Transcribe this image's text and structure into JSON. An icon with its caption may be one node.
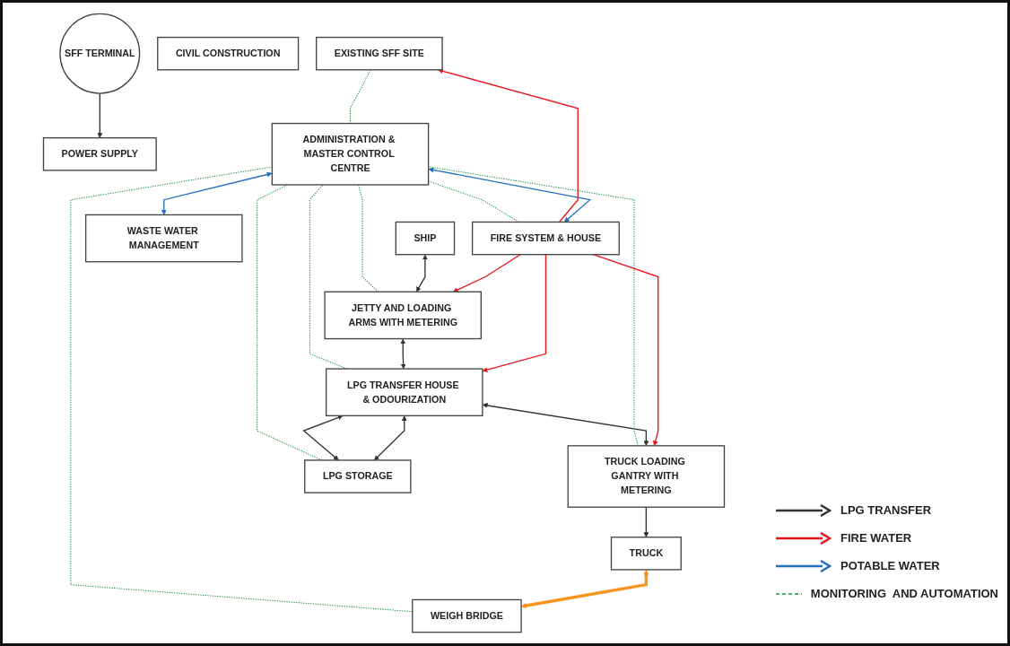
{
  "diagram": {
    "nodes": [
      {
        "text": [
          "EXISTING SFF SITE"
        ]
      },
      {
        "text": [
          "FIRE SYSTEM & HOUSE"
        ]
      },
      {
        "text": [
          "WASTE WATER MANAGEMENT"
        ]
      },
      {
        "text": [
          "CIVIL CONSTRUCTION"
        ]
      },
      {
        "text": [
          "SHIP"
        ]
      },
      {
        "text": [
          "JETTY AND LOADING ARMS WITH METERING"
        ]
      },
      {
        "text": [
          "LPG TRANSFER HOUSE & ODOURIZATION"
        ]
      },
      {
        "text": [
          "TRUCK LOADING GANTRY WITH METERING"
        ]
      },
      {
        "text": [
          "TRUCK"
        ]
      },
      {
        "text": [
          "POWER SUPPLY"
        ]
      },
      {
        "text": [
          "LPG STORAGE"
        ]
      },
      {
        "text": [
          "WEIGH BRIDGE"
        ]
      },
      {
        "text": [
          "ADMINISTRATION & MASTER CONTROL CENTRE"
        ]
      },
      {
        "text": [
          "SFF TERMINAL"
        ]
      }
    ],
    "edges": [
      {
        "from": 1,
        "to": 0,
        "arrow": "to",
        "color": "#e8141c"
      },
      {
        "from": 1,
        "to": 5,
        "arrow": "to",
        "color": "#e8141c"
      },
      {
        "from": 1,
        "to": 6,
        "arrow": "to",
        "color": "#e8141c"
      },
      {
        "from": 1,
        "to": 7,
        "arrow": "to",
        "color": "#e8141c"
      },
      {
        "from": 12,
        "to": 1,
        "arrow": "both",
        "color": "#2470b8"
      },
      {
        "from": 12,
        "to": 2,
        "arrow": "both",
        "color": "#2470b8"
      },
      {
        "from": 4,
        "to": 5,
        "arrow": "both"
      },
      {
        "from": 5,
        "to": 6,
        "arrow": "both"
      },
      {
        "from": 6,
        "to": 7,
        "arrow": "both"
      },
      {
        "from": 7,
        "to": 8,
        "arrow": "to"
      },
      {
        "from": 6,
        "to": 10,
        "arrow": "both"
      },
      {
        "from": 6,
        "to": 10,
        "arrow": "both"
      },
      {
        "from": 8,
        "to": 11,
        "arrow": "both",
        "style": "thick",
        "color": "#f7941d"
      },
      {
        "from": 13,
        "to": 9,
        "arrow": "to"
      },
      {
        "from": 0,
        "to": 12,
        "arrow": "none",
        "style": "dashed",
        "color": "#1a9641"
      },
      {
        "from": 1,
        "to": 12,
        "arrow": "none",
        "style": "dashed",
        "color": "#1a9641"
      },
      {
        "from": 5,
        "to": 12,
        "arrow": "none",
        "style": "dashed",
        "color": "#1a9641"
      },
      {
        "from": 6,
        "to": 12,
        "arrow": "none",
        "style": "dashed",
        "color": "#1a9641"
      },
      {
        "from": 7,
        "to": 12,
        "arrow": "none",
        "style": "dashed",
        "color": "#1a9641"
      },
      {
        "from": 10,
        "to": 12,
        "arrow": "none",
        "style": "dashed",
        "color": "#1a9641"
      },
      {
        "from": 11,
        "to": 12,
        "arrow": "none",
        "style": "dashed",
        "color": "#1a9641"
      }
    ],
    "legend": [
      {
        "text": "LPG TRANSFER"
      },
      {
        "text": "FIRE WATER"
      },
      {
        "text": "POTABLE WATER"
      },
      {
        "text": "MONITORING  AND AUTOMATION"
      }
    ]
  }
}
